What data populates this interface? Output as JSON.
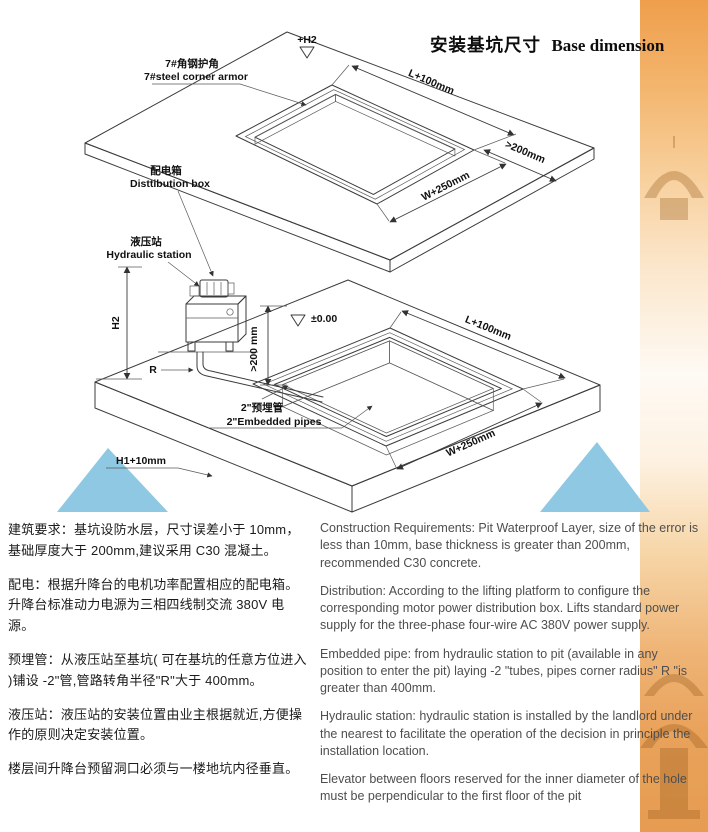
{
  "title": {
    "zh": "安装基坑尺寸",
    "en": "Base dimension"
  },
  "diagram": {
    "benchmark_top": "+H2",
    "corner_armor_zh": "7#角钢护角",
    "corner_armor_en": "7#steel corner armor",
    "dim_l_top": "L+100mm",
    "dim_margin_top": ">200mm",
    "dim_w_top": "W+250mm",
    "distribution_zh": "配电箱",
    "distribution_en": "Disttibution box",
    "hydraulic_zh": "液压站",
    "hydraulic_en": "Hydraulic station",
    "benchmark_bottom": "±0.00",
    "dim_depth": ">200 mm",
    "dim_l_bottom": "L+100mm",
    "dim_w_bottom": "W+250mm",
    "dim_h2": "H2",
    "radius_label": "R",
    "embedded_zh": "2\"预埋管",
    "embedded_en": "2\"Embedded pipes",
    "dim_h1": "H1+10mm"
  },
  "notes_zh": [
    "建筑要求：基坑设防水层，尺寸误差小于 10mm，基础厚度大于 200mm,建议采用 C30 混凝土。",
    "配电：根据升降台的电机功率配置相应的配电箱。升降台标准动力电源为三相四线制交流 380V 电源。",
    "预埋管：从液压站至基坑( 可在基坑的任意方位进入 )铺设 -2\"管,管路转角半径\"R\"大于 400mm。",
    "液压站：液压站的安装位置由业主根据就近,方便操作的原则决定安装位置。",
    "楼层间升降台预留洞口必须与一楼地坑内径垂直。"
  ],
  "notes_en": [
    "Construction Requirements: Pit Waterproof Layer, size of the error is less than 10mm, base thickness is greater than 200mm, recommended C30 concrete.",
    "Distribution: According to the lifting platform to configure the corresponding motor power distribution box. Lifts standard power supply for the three-phase four-wire AC 380V power supply.",
    "Embedded pipe: from hydraulic station to pit (available in any position to enter the pit) laying -2 \"tubes, pipes corner radius\" R \"is greater than 400mm.",
    "Hydraulic station: hydraulic station is installed by the landlord under the nearest to facilitate the operation of the decision in principle the installation location.",
    "Elevator between floors reserved for the inner diameter of the hole must be perpendicular to the first floor of the pit"
  ]
}
